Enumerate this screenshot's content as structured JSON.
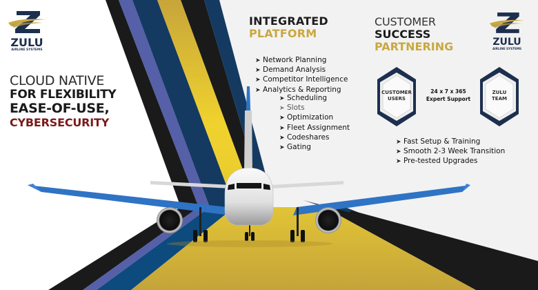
{
  "colors": {
    "navy": "#1d2f4f",
    "gold": "#c9a840",
    "maroon": "#7a1a1a",
    "stripe_black": "#1a1a1a",
    "stripe_periwinkle": "#5560a8",
    "stripe_blue": "#0d4a7e",
    "stripe_navy": "#143a62",
    "stripe_yellow": "#d9b63a",
    "runway_yellow": "#c9a838",
    "wing_blue": "#2f73c4"
  },
  "logo_left": {
    "brand": "ZULU",
    "subtitle": "AIRLINE SYSTEMS",
    "icon": "zulu-z-logo-icon"
  },
  "logo_right": {
    "brand": "ZULU",
    "subtitle": "AIRLINE SYSTEMS",
    "icon": "zulu-z-logo-icon"
  },
  "left_tagline": {
    "line1": "CLOUD NATIVE",
    "line2": "FOR FLEXIBILITY",
    "line3": "EASE-OF-USE,",
    "line4": "CYBERSECURITY"
  },
  "integrated_platform": {
    "title_line1": "INTEGRATED",
    "title_line2": "PLATFORM",
    "bullet_icon": "arrow-bullet-icon",
    "primary_items": [
      {
        "label": "Network Planning"
      },
      {
        "label": "Demand Analysis"
      },
      {
        "label": "Competitor Intelligence"
      },
      {
        "label": "Analytics & Reporting"
      }
    ],
    "secondary_items": [
      {
        "label": "Scheduling"
      },
      {
        "label": "Slots"
      },
      {
        "label": "Optimization"
      },
      {
        "label": "Fleet Assignment"
      },
      {
        "label": "Codeshares"
      },
      {
        "label": "Gating"
      }
    ]
  },
  "customer_success": {
    "title_line1": "CUSTOMER",
    "title_line2": "SUCCESS",
    "title_line3": "PARTNERING",
    "hex_left": {
      "line1": "CUSTOMER",
      "line2": "USERS"
    },
    "hex_right": {
      "line1": "ZULU",
      "line2": "TEAM"
    },
    "support_line1": "24 x 7 x 365",
    "support_line2": "Expert Support",
    "items": [
      {
        "label": "Fast Setup & Training"
      },
      {
        "label": "Smooth 2-3 Week Transition"
      },
      {
        "label": "Pre-tested Upgrades"
      }
    ]
  },
  "bullet_glyph": "➤"
}
